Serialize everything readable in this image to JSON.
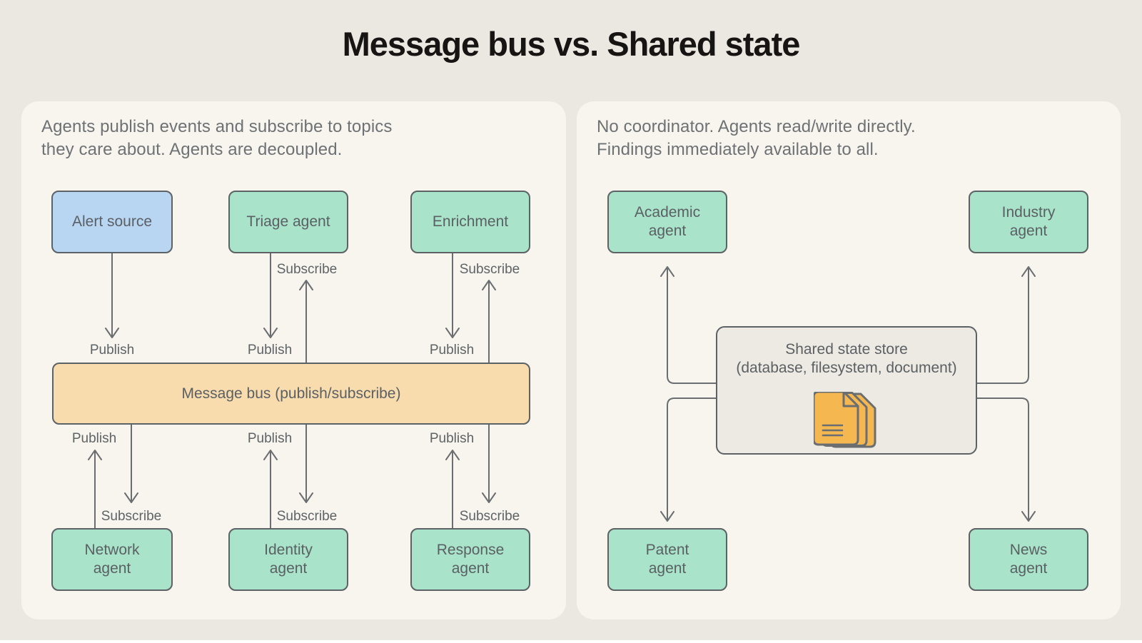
{
  "title": "Message bus vs. Shared state",
  "edge_labels": {
    "publish": "Publish",
    "subscribe": "Subscribe"
  },
  "left_panel": {
    "description": "Agents publish events and subscribe to topics\nthey care about. Agents are decoupled.",
    "nodes": {
      "alert_source": "Alert source",
      "triage_agent": "Triage agent",
      "enrichment": "Enrichment",
      "message_bus": "Message bus (publish/subscribe)",
      "network_agent": "Network\nagent",
      "identity_agent": "Identity\nagent",
      "response_agent": "Response\nagent"
    }
  },
  "right_panel": {
    "description": "No coordinator. Agents read/write directly.\nFindings immediately available to all.",
    "nodes": {
      "academic_agent": "Academic\nagent",
      "industry_agent": "Industry\nagent",
      "shared_state_store": "Shared state store\n(database, filesystem, document)",
      "patent_agent": "Patent\nagent",
      "news_agent": "News\nagent"
    }
  },
  "icons": {
    "documents": "stacked-documents-icon"
  },
  "colors": {
    "page_bg": "#ebe8e1",
    "panel_bg": "#f7f5ee",
    "agent_green": "#a9e3ca",
    "source_blue": "#b8d5f2",
    "bus_orange": "#f8dcae",
    "store_gray": "#edeae3",
    "outline": "#5c6265",
    "wire": "#6b6e71",
    "icon_orange": "#f5b851",
    "title_text": "#161514",
    "body_text": "#6e7275",
    "label_text": "#5e6366"
  }
}
